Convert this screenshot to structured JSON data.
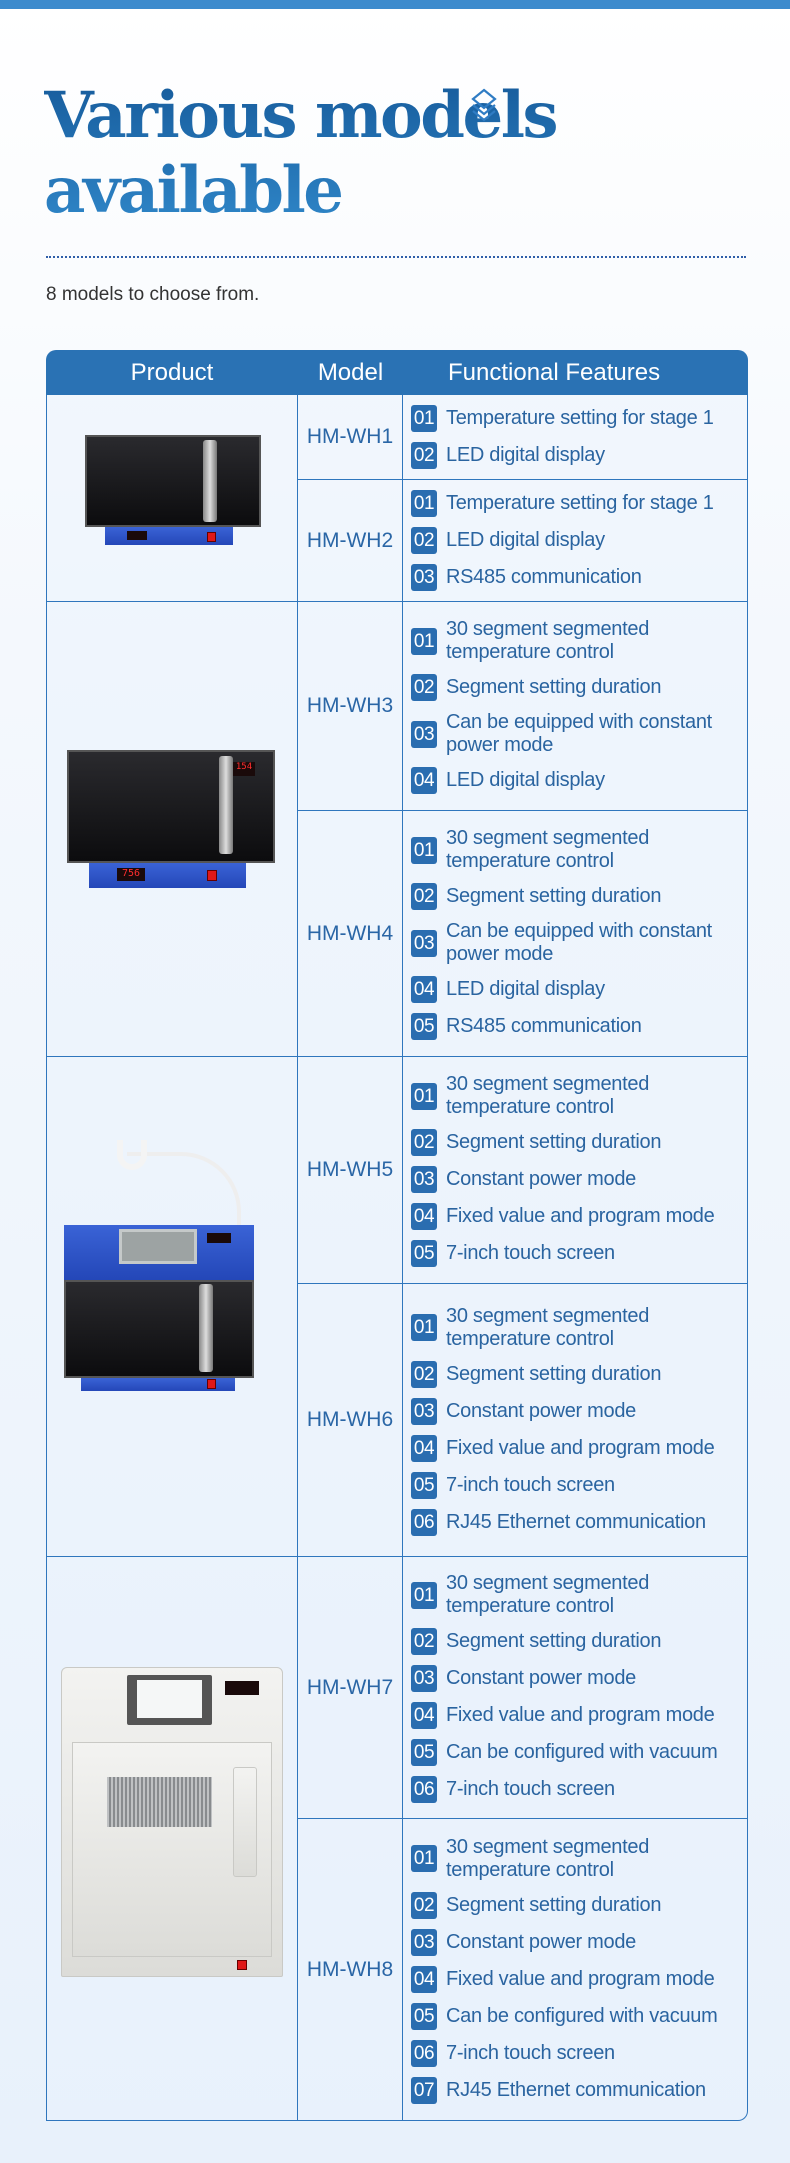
{
  "header": {
    "title": "Various models available",
    "icon": "layers-icon",
    "subtitle": "8 models to choose from."
  },
  "colors": {
    "accent": "#2a72b4",
    "topbar": "#3d8bcd",
    "text": "#2a64a0"
  },
  "table": {
    "columns": [
      "Product",
      "Model",
      "Functional Features"
    ],
    "models": [
      {
        "model": "HM-WH1",
        "features": [
          "Temperature setting for stage 1",
          "LED digital display"
        ]
      },
      {
        "model": "HM-WH2",
        "features": [
          "Temperature setting for stage 1",
          "LED digital display",
          "RS485 communication"
        ]
      },
      {
        "model": "HM-WH3",
        "features": [
          "30 segment segmented temperature control",
          "Segment setting duration",
          "Can be equipped with constant power mode",
          "LED digital display"
        ]
      },
      {
        "model": "HM-WH4",
        "features": [
          "30 segment segmented temperature control",
          "Segment setting duration",
          "Can be equipped with constant power mode",
          "LED digital display",
          "RS485 communication"
        ]
      },
      {
        "model": "HM-WH5",
        "features": [
          "30 segment segmented temperature control",
          "Segment setting duration",
          "Constant power mode",
          "Fixed value and program mode",
          "7-inch touch screen"
        ]
      },
      {
        "model": "HM-WH6",
        "features": [
          "30 segment segmented temperature control",
          "Segment setting duration",
          "Constant power mode",
          "Fixed value and program mode",
          "7-inch touch screen",
          "RJ45 Ethernet communication"
        ]
      },
      {
        "model": "HM-WH7",
        "features": [
          "30 segment segmented temperature control",
          "Segment setting duration",
          "Constant power mode",
          "Fixed value and program mode",
          "Can be configured with vacuum",
          "7-inch touch screen"
        ]
      },
      {
        "model": "HM-WH8",
        "features": [
          "30 segment segmented temperature control",
          "Segment setting duration",
          "Constant power mode",
          "Fixed value and program mode",
          "Can be configured with vacuum",
          "7-inch touch screen",
          "RJ45 Ethernet communication"
        ]
      }
    ],
    "badges": [
      "01",
      "02",
      "03",
      "04",
      "05",
      "06",
      "07"
    ],
    "led_readouts": [
      "154",
      "756"
    ]
  }
}
